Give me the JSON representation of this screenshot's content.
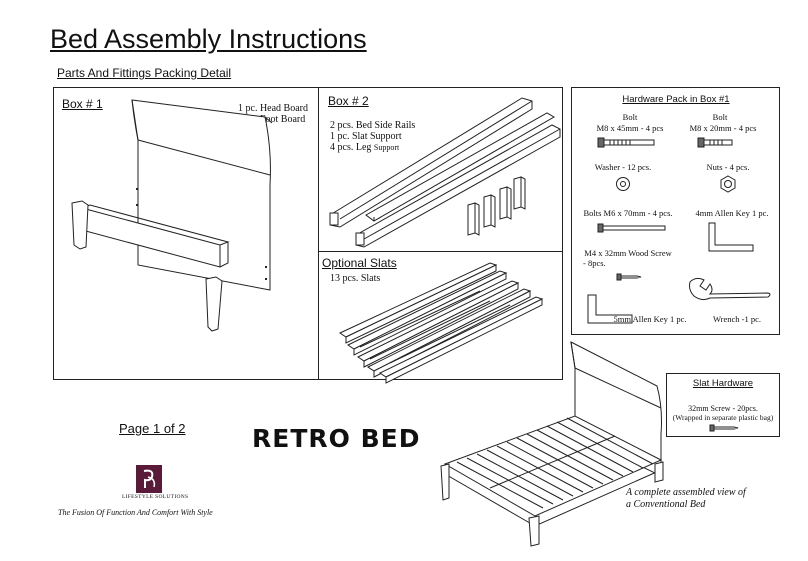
{
  "title": "Bed Assembly Instructions",
  "subtitle": "Parts And Fittings Packing Detail",
  "box1": {
    "label": "Box # 1",
    "items": [
      "1 pc. Head Board",
      "1 pc. Foot Board"
    ]
  },
  "box2": {
    "label": "Box # 2",
    "items": [
      "2 pcs. Bed Side Rails",
      "1 pc. Slat Support"
    ],
    "leg_count": "4 pcs. Leg",
    "leg_suffix": "Support"
  },
  "optional": {
    "label": "Optional Slats",
    "items": [
      "13 pcs. Slats"
    ]
  },
  "hardware": {
    "title": "Hardware  Pack in Box #1",
    "bolt1": {
      "heading": "Bolt",
      "spec": "M8 x 45mm -  4 pcs"
    },
    "bolt2": {
      "heading": "Bolt",
      "spec": "M8 x 20mm -  4 pcs"
    },
    "washer": "Washer - 12 pcs.",
    "nuts": "Nuts  - 4 pcs.",
    "bolts_m6": "Bolts M6 x 70mm - 4 pcs.",
    "allen4": "4mm Allen Key  1 pc.",
    "wood_screw": {
      "line1": "M4 x 32mm Wood Screw",
      "line2": "- 8pcs."
    },
    "allen5": "5mm Allen Key  1 pc.",
    "wrench": "Wrench  -1 pc."
  },
  "slat_hardware": {
    "title": "Slat Hardware",
    "line1": "32mm  Screw - 20pcs.",
    "line2": "(Wrapped in separate plastic bag)"
  },
  "page_label": "Page 1 of 2",
  "product_name": "RETRO  BED",
  "caption": {
    "line1": "A complete assembled  view of",
    "line2": "a Conventional Bed"
  },
  "logo_text": "LIFESTYLE SOLUTIONS",
  "tagline": "The Fusion Of Function And Comfort With Style"
}
